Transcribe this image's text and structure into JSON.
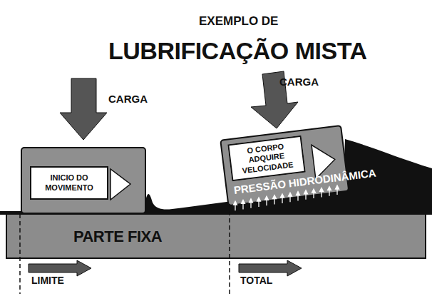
{
  "diagram": {
    "title": "LUBRIFICAÇÃO MISTA",
    "nodes": [
      {
        "text": [
          "INICIO DO MOVIMENTO"
        ]
      },
      {
        "text": [
          "O CORPO ADQUIRE VELOCIDADE"
        ]
      },
      {
        "text": [
          "PARTE FIXA"
        ]
      }
    ],
    "labels": [
      "EXEMPLO DE",
      "CARGA",
      "CARGA",
      "PRESSÃO HIDRODINÂMICA",
      "LIMITE",
      "TOTAL"
    ]
  }
}
